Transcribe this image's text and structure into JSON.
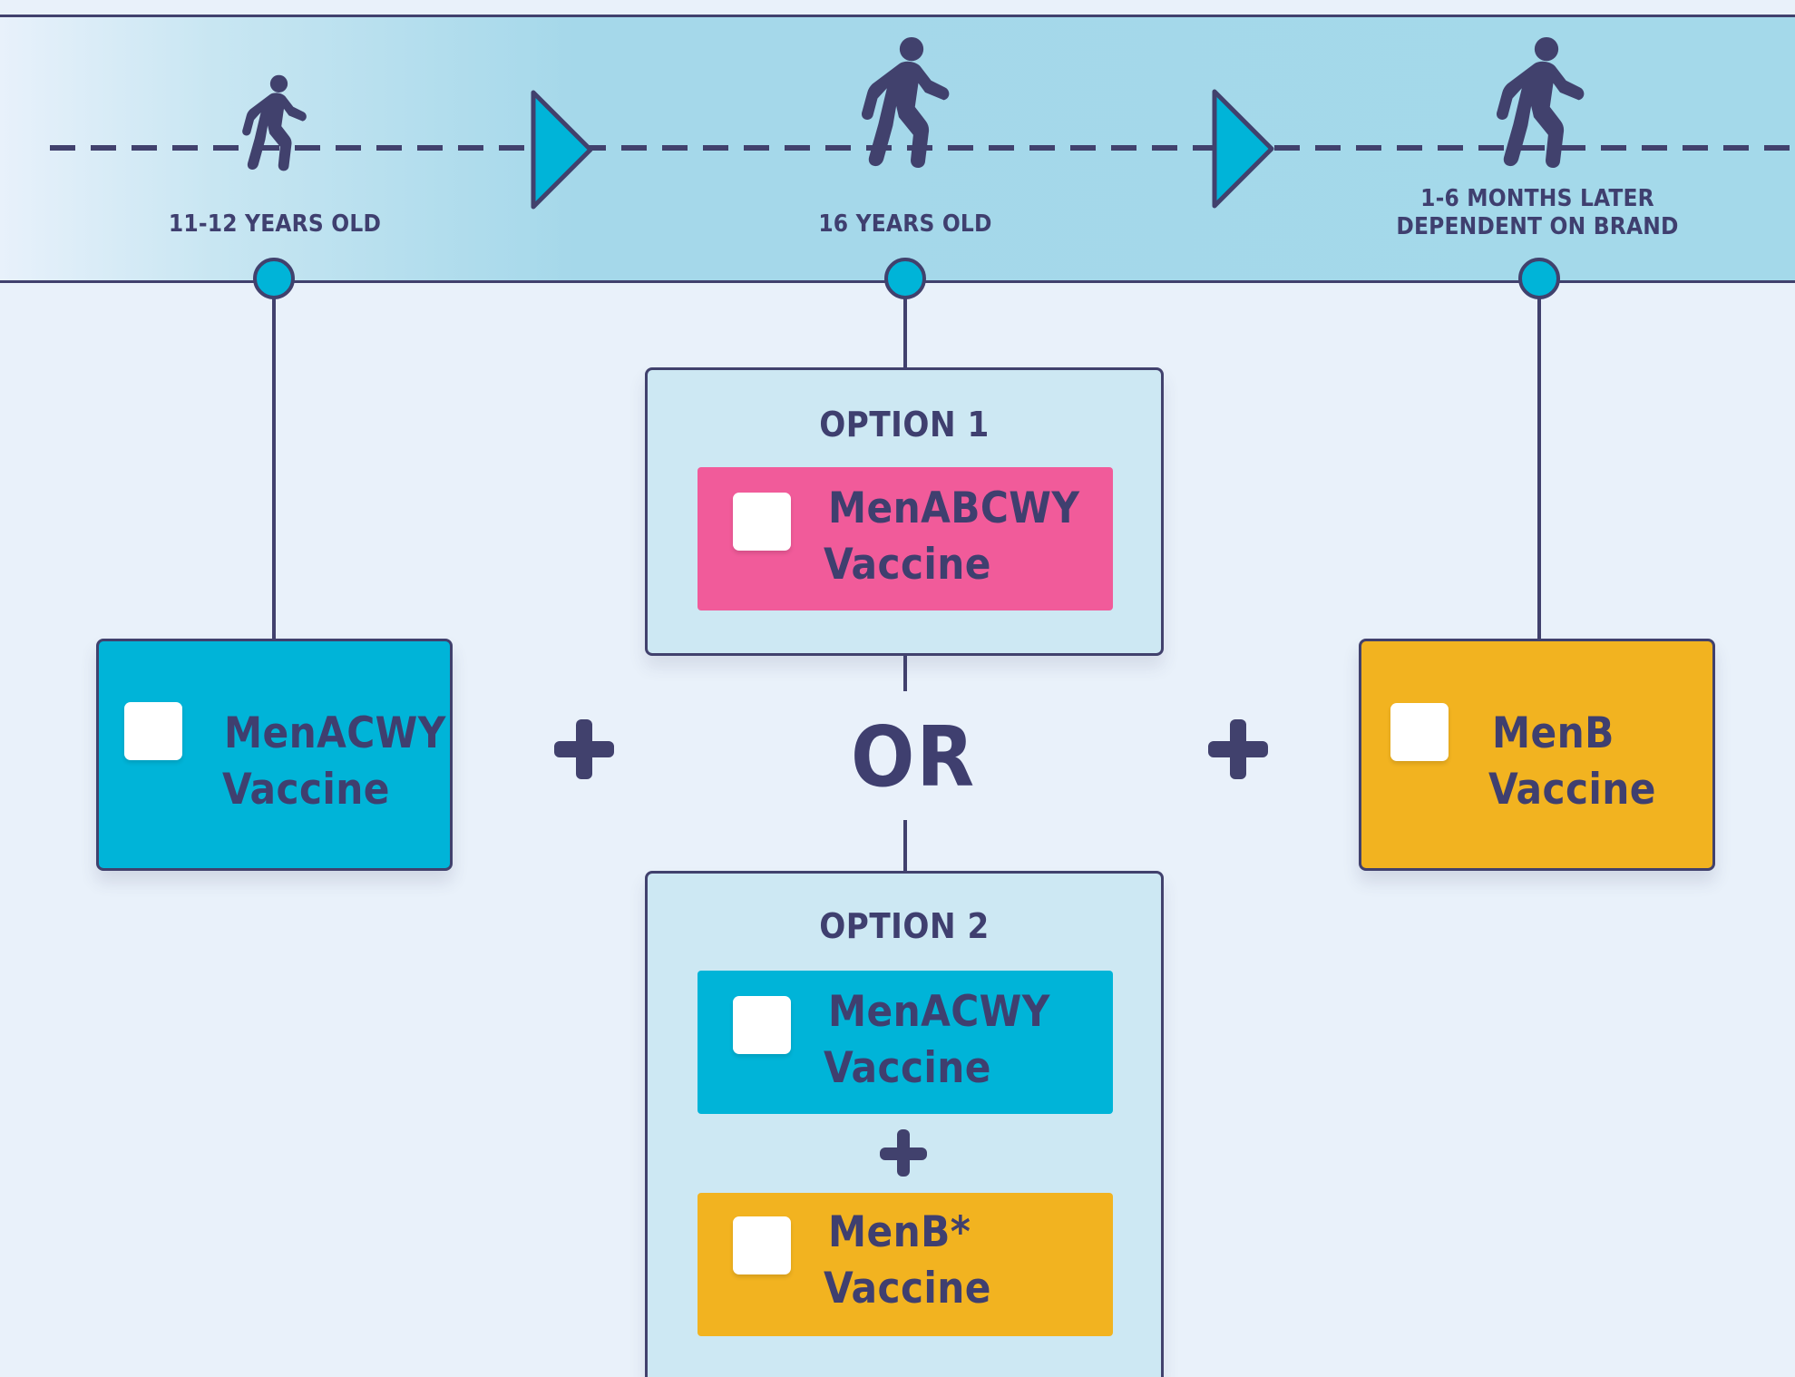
{
  "timeline": {
    "stages": [
      {
        "label": "11-12 YEARS OLD",
        "icon": "walking-person-icon"
      },
      {
        "label": "16 YEARS OLD",
        "icon": "walking-person-icon"
      },
      {
        "label": "1-6 MONTHS LATER\nDEPENDENT ON BRAND",
        "icon": "walking-person-icon"
      }
    ],
    "arrow_icon": "triangle-arrow-icon"
  },
  "cards": {
    "left": {
      "name": "MenACWY",
      "line2": "Vaccine"
    },
    "right": {
      "name": "MenB",
      "line2": "Vaccine"
    }
  },
  "options": {
    "option1": {
      "title": "OPTION 1",
      "vaccine": {
        "name": "MenABCWY",
        "line2": "Vaccine"
      }
    },
    "option2": {
      "title": "OPTION 2",
      "vaccines": [
        {
          "name": "MenACWY",
          "line2": "Vaccine"
        },
        {
          "name": "MenB*",
          "line2": "Vaccine"
        }
      ]
    }
  },
  "connector": {
    "or": "OR"
  },
  "colors": {
    "navy": "#41416d",
    "text": "#3f3f6f",
    "teal": "#00b4d8",
    "yellow": "#f2b320",
    "pink": "#f15b9a",
    "band": "#a4d9ea",
    "background": "#e9f1fa"
  }
}
